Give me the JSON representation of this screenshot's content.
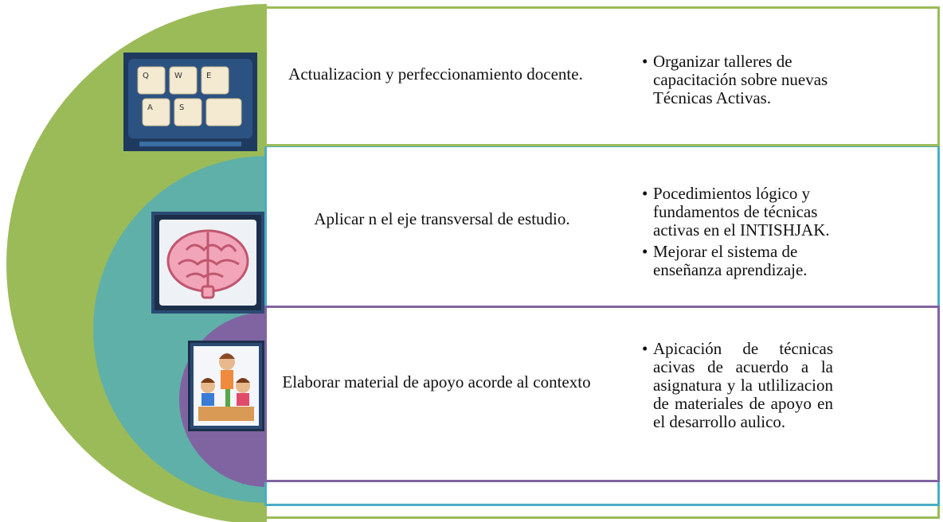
{
  "colors": {
    "green": "#9bbb59",
    "teal": "#4bacc6",
    "teal_fill": "#5fb0a8",
    "purple": "#8064a2",
    "icon_frame": "#1f3a5f"
  },
  "rows": [
    {
      "title": "Actualizacion y perfeccionamiento docente.",
      "bullets": [
        "Organizar talleres de capacitación  sobre nuevas Técnicas Activas."
      ],
      "icon": "keyboard-keys-icon"
    },
    {
      "title": "Aplicar n el eje transversal de estudio.",
      "bullets": [
        "Pocedimientos lógico  y fundamentos de técnicas activas en el INTISHJAK.",
        " Mejorar el sistema de enseñanza aprendizaje."
      ],
      "icon": "brain-icon"
    },
    {
      "title": "Elaborar material de apoyo acorde al contexto",
      "bullets": [
        "Apicación de técnicas acivas de acuerdo a la asignatura y la utlilizacion de materiales de apoyo en el desarrollo aulico."
      ],
      "icon": "children-studying-icon"
    }
  ]
}
